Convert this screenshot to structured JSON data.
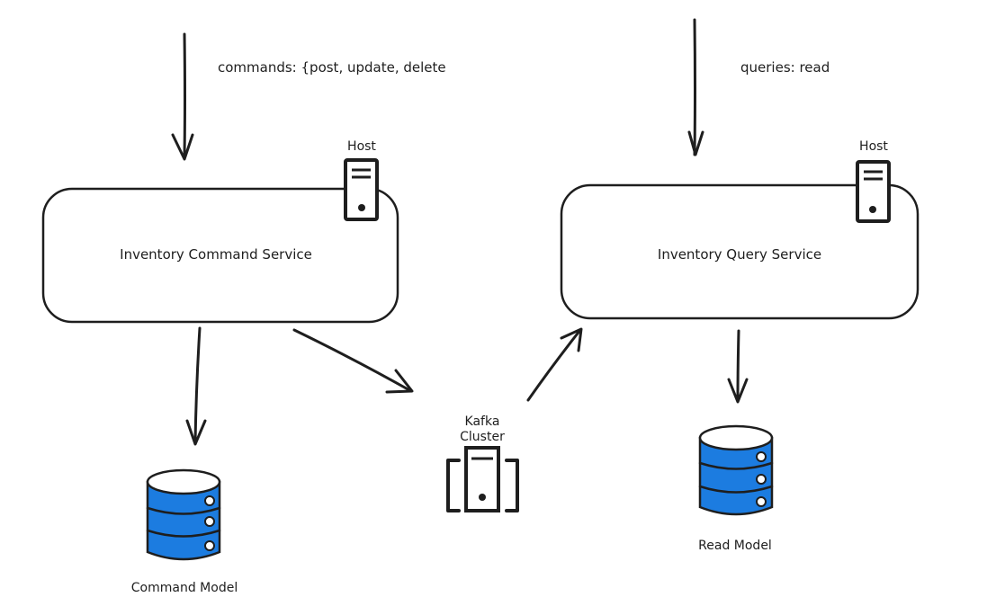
{
  "flows": {
    "commands_label": "commands: {post, update, delete",
    "queries_label": "queries: read"
  },
  "services": {
    "command": {
      "title": "Inventory Command Service",
      "host_label": "Host"
    },
    "query": {
      "title": "Inventory Query Service",
      "host_label": "Host"
    }
  },
  "kafka": {
    "label_line1": "Kafka",
    "label_line2": "Cluster"
  },
  "databases": {
    "command_model": "Command Model",
    "read_model": "Read Model"
  },
  "colors": {
    "db_fill": "#1c7ce0",
    "db_stroke": "#1e1e1e",
    "stroke": "#1e1e1e",
    "background": "#ffffff"
  }
}
